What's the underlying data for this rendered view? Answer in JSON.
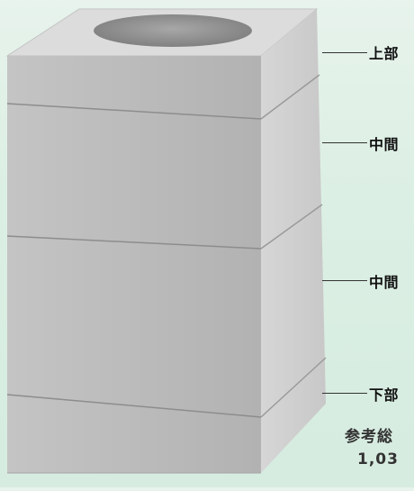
{
  "parts": [
    {
      "label": "上部"
    },
    {
      "label": "中間"
    },
    {
      "label": "中間"
    },
    {
      "label": "下部"
    }
  ],
  "note": {
    "line1": "参考総",
    "line2": "1,03"
  },
  "colors": {
    "background": "#dcefe4",
    "concrete_front": "#b9b9b9",
    "concrete_side": "#cfcfcf",
    "concrete_top": "#dedede",
    "hole": "#8f8f8f"
  }
}
